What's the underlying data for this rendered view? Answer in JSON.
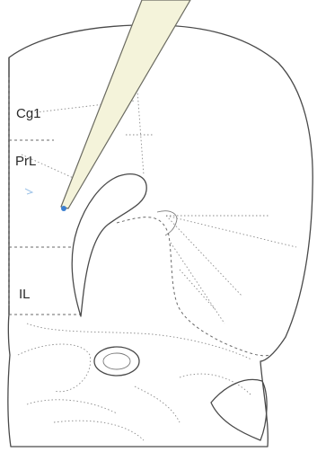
{
  "labels": {
    "cg1": "Cg1",
    "prl": "PrL",
    "il": "IL"
  },
  "colors": {
    "outline": "#4a4a4a",
    "pipette_fill": "#f4f3da",
    "pipette_stroke": "#6a6a60",
    "tip_marker": "#3a7fd0"
  },
  "icons": {
    "pipette": "micropipette-icon",
    "tip": "injection-site-marker"
  }
}
